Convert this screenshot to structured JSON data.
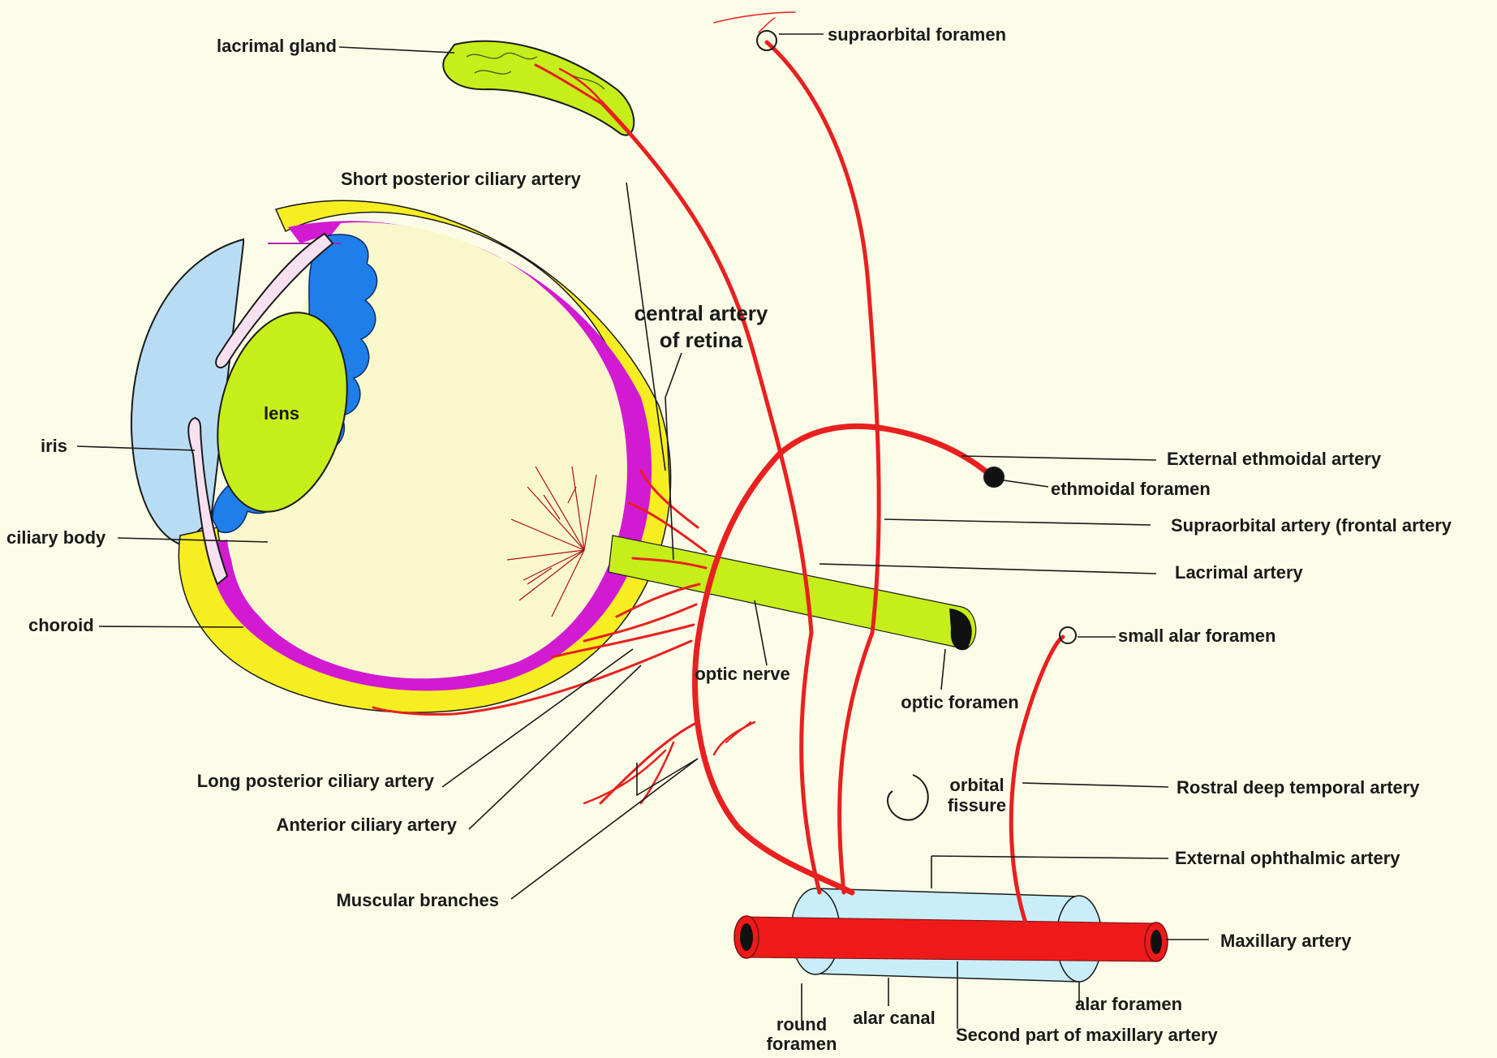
{
  "labels": {
    "lacrimal_gland": "lacrimal gland",
    "supraorbital_foramen": "supraorbital foramen",
    "short_posterior_ciliary_artery": "Short posterior ciliary artery",
    "central_artery_line1": "central artery",
    "central_artery_line2": "of retina",
    "lens": "lens",
    "iris": "iris",
    "ciliary_body": "ciliary body",
    "choroid": "choroid",
    "external_ethmoidal_artery": "External ethmoidal artery",
    "ethmoidal_foramen": "ethmoidal foramen",
    "supraorbital_artery": "Supraorbital artery (frontal artery",
    "lacrimal_artery": "Lacrimal artery",
    "small_alar_foramen": "small alar foramen",
    "optic_nerve": "optic nerve",
    "optic_foramen": "optic foramen",
    "long_posterior_ciliary_artery": "Long posterior ciliary artery",
    "anterior_ciliary_artery": "Anterior ciliary artery",
    "orbital_fissure_line1": "orbital",
    "orbital_fissure_line2": "fissure",
    "rostral_deep_temporal_artery": "Rostral deep temporal artery",
    "external_ophthalmic_artery": "External ophthalmic artery",
    "muscular_branches": "Muscular branches",
    "maxillary_artery": "Maxillary artery",
    "round_foramen_line1": "round",
    "round_foramen_line2": "foramen",
    "alar_canal": "alar canal",
    "alar_foramen": "alar foramen",
    "second_part_maxillary_artery": "Second part of maxillary artery"
  },
  "colors": {
    "background": "#fbfce7",
    "artery": "#e82020",
    "sclera": "#f7ee22",
    "choroid": "#d21ad2",
    "cornea": "#b8dcf4",
    "ciliary_body": "#1e7fea",
    "lens": "#c6ee1a",
    "vitreous": "#f8f8cc",
    "optic_nerve": "#c6ee1a",
    "alar_canal": "#c9eefa"
  }
}
